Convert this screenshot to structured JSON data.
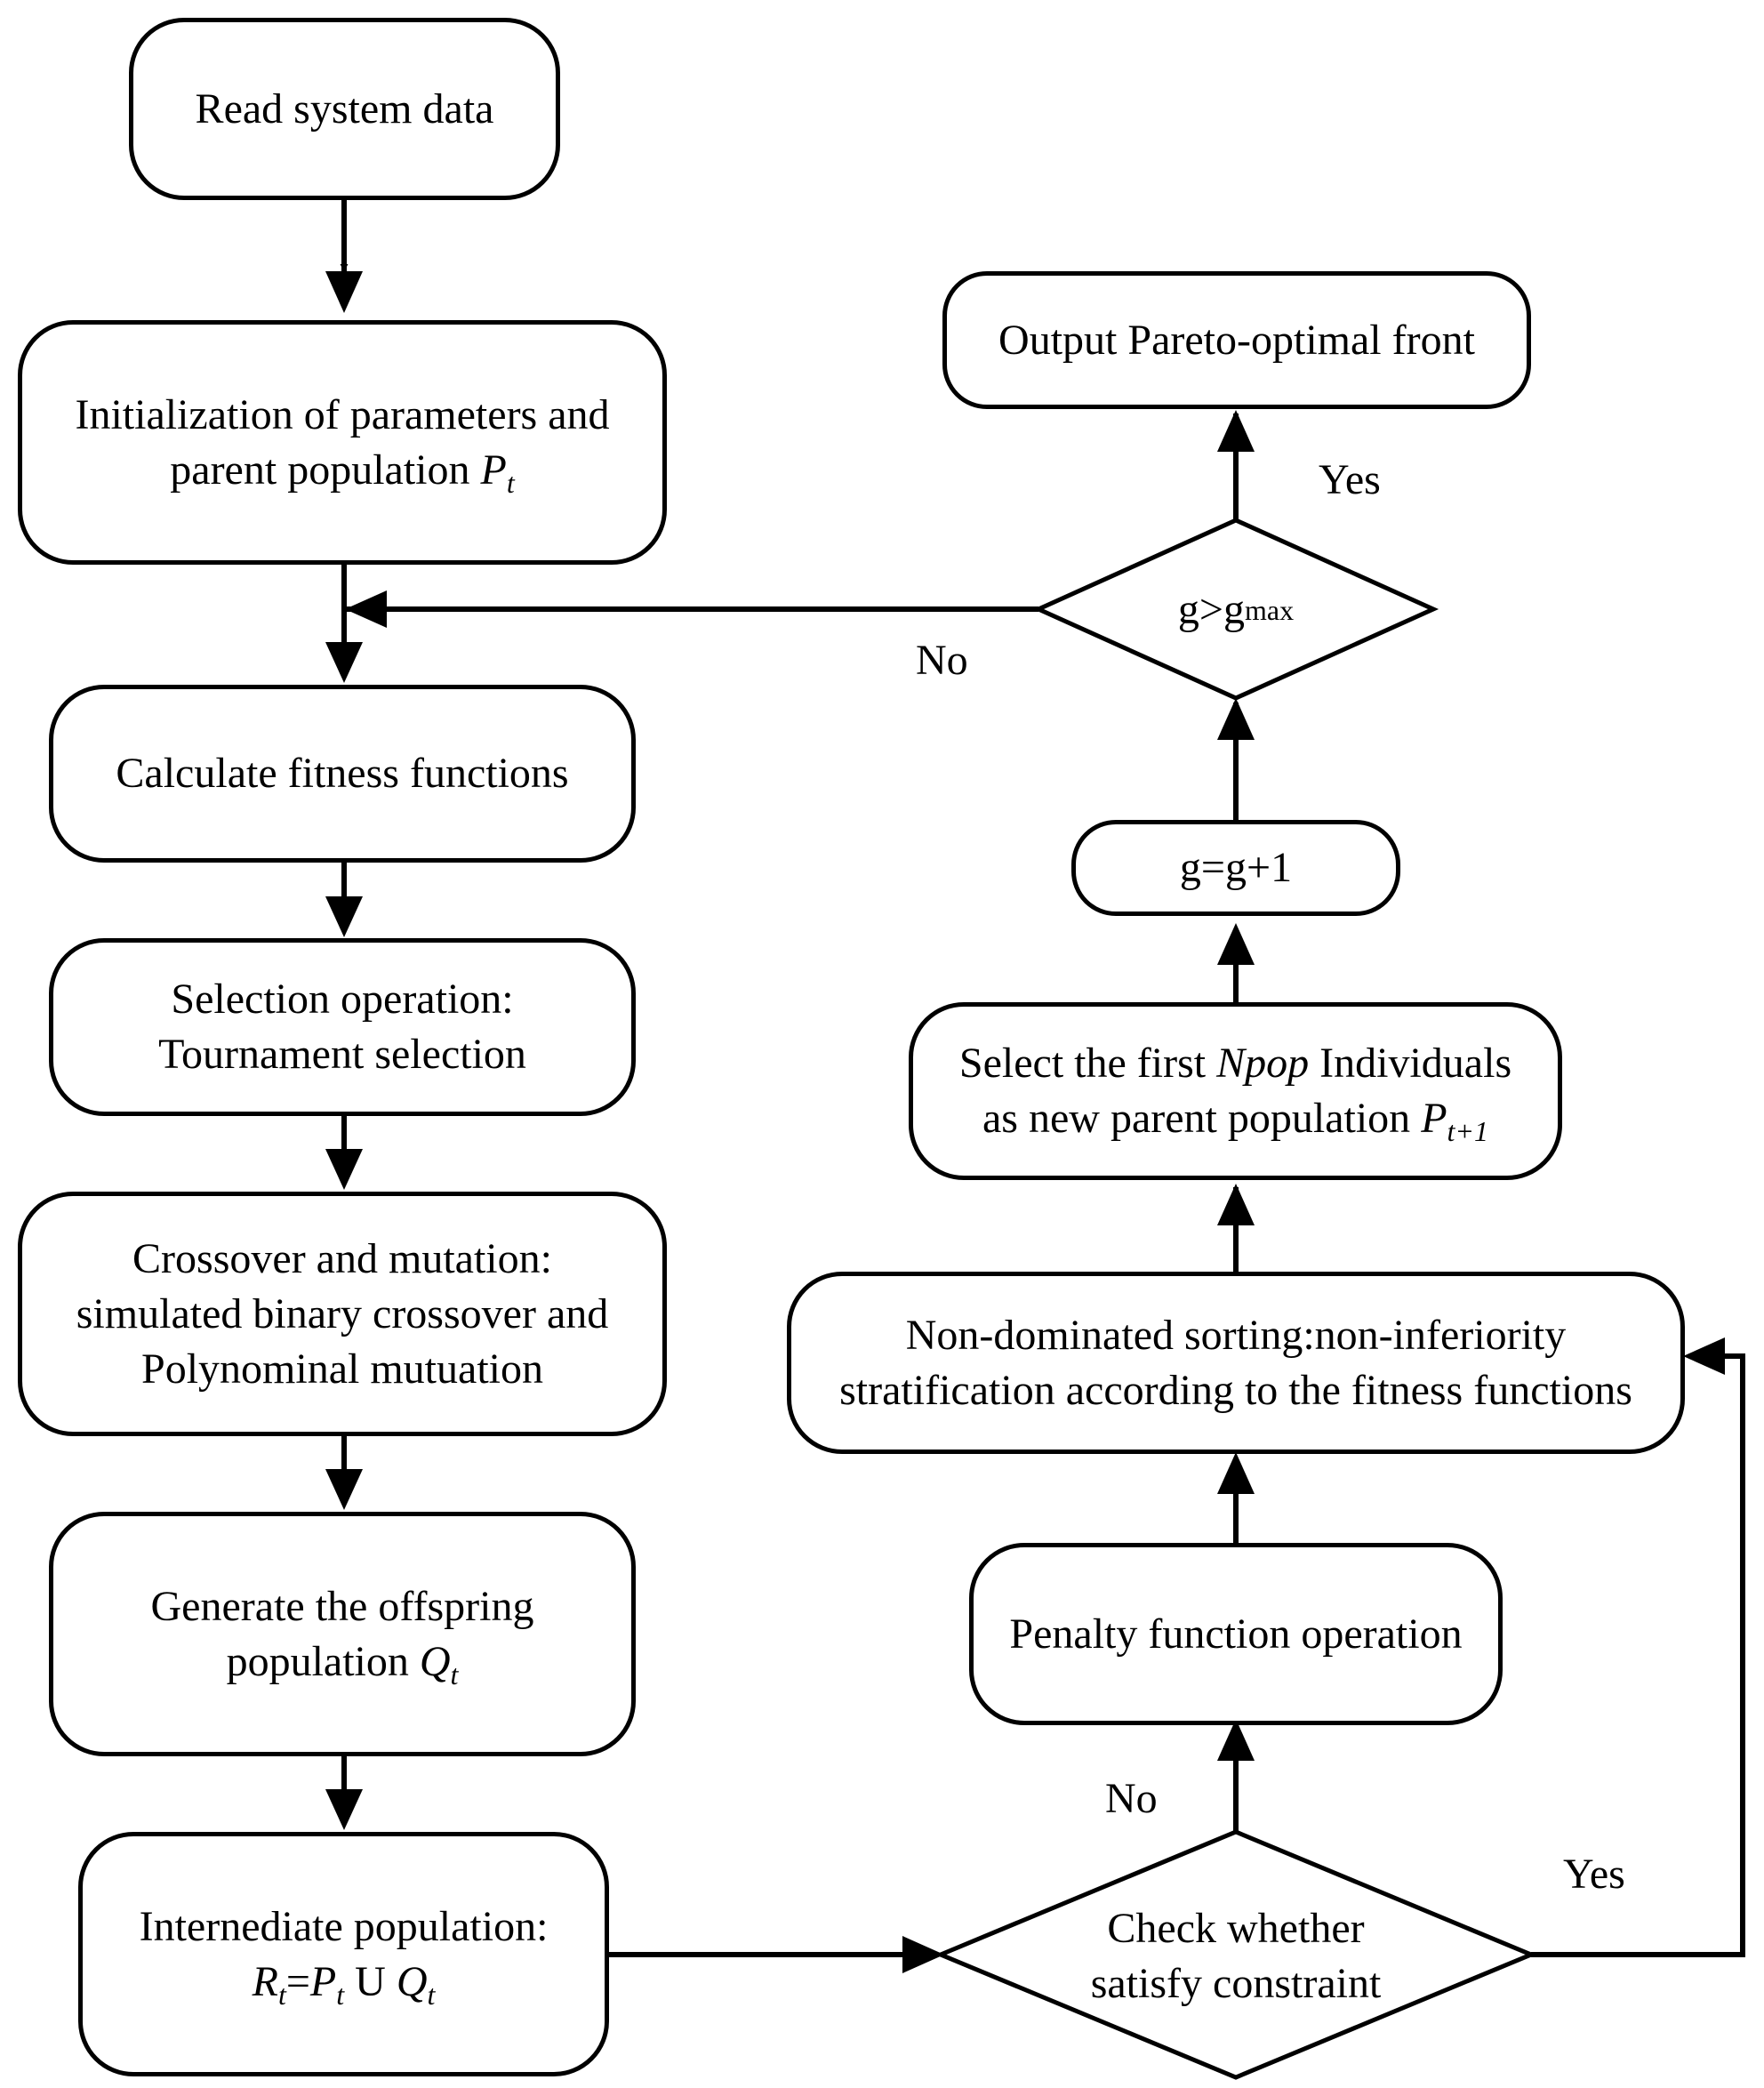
{
  "nodes": {
    "read": "Read system data",
    "init_line1": "Initialization of parameters and",
    "init_line2_prefix": "parent population ",
    "init_var": "P",
    "init_sub": "t",
    "calc": "Calculate fitness functions",
    "sel_line1": "Selection operation:",
    "sel_line2": "Tournament selection",
    "cross_line1": "Crossover and mutation:",
    "cross_line2": "simulated binary crossover and",
    "cross_line3": "Polynominal mutuation",
    "gen_line1": "Generate the offspring",
    "gen_line2_prefix": "population ",
    "gen_var": "Q",
    "gen_sub": "t",
    "inter_line1": "Internediate population:",
    "inter_r": "R",
    "inter_r_sub": "t",
    "inter_eq": "=",
    "inter_p": "P",
    "inter_p_sub": "t",
    "inter_union": " U ",
    "inter_q": "Q",
    "inter_q_sub": "t",
    "check_line1": "Check whether",
    "check_line2": "satisfy constraint",
    "penalty": "Penalty function operation",
    "nds_line1": "Non-dominated sorting:non-inferiority",
    "nds_line2": "stratification according to the fitness functions",
    "select_line1_prefix": "Select the first ",
    "select_var": "Npop",
    "select_line1_suffix": " Individuals",
    "select_line2_prefix": "as new parent population ",
    "select_p": "P",
    "select_p_sub": "t+1",
    "inc": "g=g+1",
    "cond_prefix": "g>g",
    "cond_sub": "max",
    "output": "Output Pareto-optimal front"
  },
  "edge_labels": {
    "yes_top": "Yes",
    "no_loop": "No",
    "no_check": "No",
    "yes_check": "Yes"
  }
}
